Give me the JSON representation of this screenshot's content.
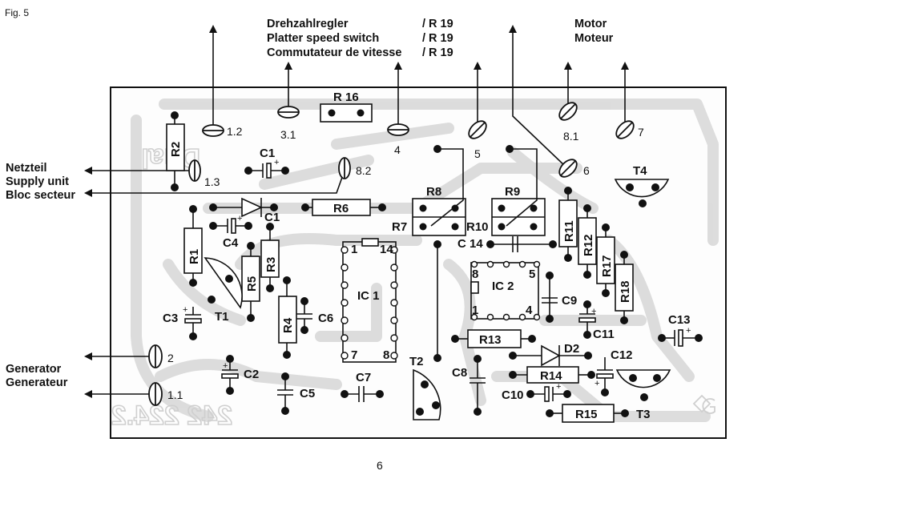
{
  "figure": {
    "label": "Fig. 5",
    "page_number": "6"
  },
  "top_labels": {
    "speed": [
      "Drehzahlregler",
      "Platter speed switch",
      "Commutateur de vitesse"
    ],
    "speed_ref": [
      "/ R 19",
      "/ R 19",
      "/ R 19"
    ],
    "motor": [
      "Motor",
      "Moteur"
    ]
  },
  "left_labels": {
    "supply": [
      "Netzteil",
      "Supply unit",
      "Bloc secteur"
    ],
    "generator": [
      "Generator",
      "Generateur"
    ]
  },
  "terminals": {
    "t1_2": "1.2",
    "t3_1": "3.1",
    "t4": "4",
    "t5": "5",
    "t8_1": "8.1",
    "t7": "7",
    "t1_3": "1.3",
    "t8_2": "8.2",
    "t6": "6",
    "t2": "2",
    "t1_1": "1.1"
  },
  "components": {
    "R16": "R 16",
    "R2": "R2",
    "C1a": "C1",
    "C1b": "C1",
    "R6": "R6",
    "R1": "R1",
    "C4": "C4",
    "R3": "R3",
    "R5": "R5",
    "T1": "T1",
    "C3": "C3",
    "R4": "R4",
    "C6": "C6",
    "IC1": "IC 1",
    "IC1_p1": "1",
    "IC1_p14": "14",
    "IC1_p7": "7",
    "IC1_p8": "8",
    "C2": "C2",
    "C5": "C5",
    "C7": "C7",
    "T2": "T2",
    "C8": "C8",
    "R8": "R8",
    "R9": "R9",
    "R7": "R7",
    "R10": "R10",
    "C14": "C 14",
    "IC2": "IC 2",
    "IC2_p8": "8",
    "IC2_p5": "5",
    "IC2_p1": "1",
    "IC2_p4": "4",
    "C9": "C9",
    "R11": "R11",
    "R12": "R12",
    "R17": "R17",
    "R18": "R18",
    "C11": "C11",
    "R13": "R13",
    "D2": "D2",
    "C12": "C12",
    "R14": "R14",
    "C10": "C10",
    "R15": "R15",
    "T3": "T3",
    "T4": "T4",
    "C13": "C13"
  },
  "board_marks": {
    "logo": "Dual",
    "part_number": "242 224.2"
  }
}
